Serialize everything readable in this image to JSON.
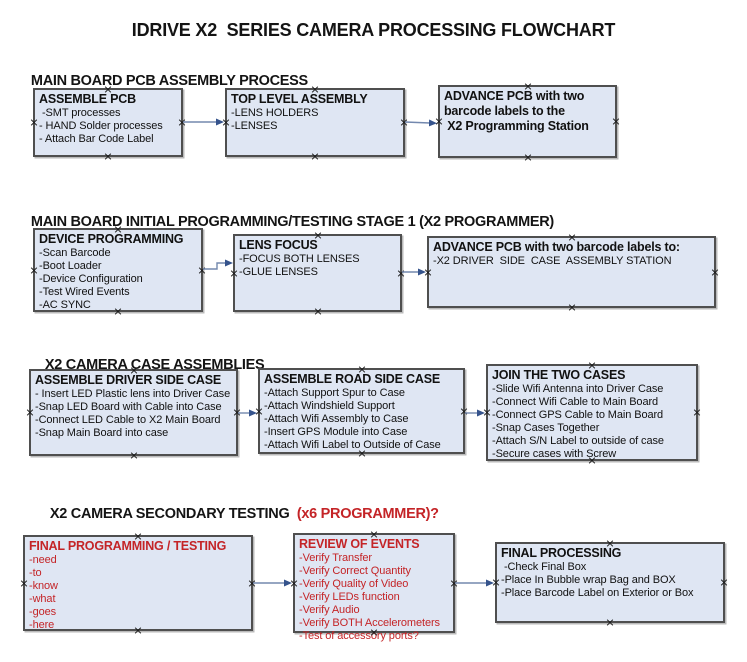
{
  "title": "IDRIVE X2  SERIES CAMERA PROCESSING FLOWCHART",
  "theme": {
    "background": "#ffffff",
    "box_fill": "#dfe6f3",
    "box_border": "#4f4f4f",
    "text_black": "#141414",
    "text_red": "#c42427",
    "connector_line": "#7388ae",
    "connector_arrowhead": "#35538c",
    "handle_icon": "connection-point-x"
  },
  "sections": [
    {
      "heading": {
        "text": "MAIN BOARD PCB ASSEMBLY PROCESS",
        "suffix": ""
      },
      "boxes": [
        {
          "title": "ASSEMBLE PCB",
          "items": [
            " -SMT processes",
            "- HAND Solder processes",
            "- Attach Bar Code Label"
          ]
        },
        {
          "title": "TOP LEVEL ASSEMBLY",
          "items": [
            "-LENS HOLDERS",
            "-LENSES"
          ]
        },
        {
          "title": "ADVANCE PCB with two\nbarcode labels to the\n X2 Programming Station",
          "items": []
        }
      ]
    },
    {
      "heading": {
        "text": "MAIN BOARD INITIAL PROGRAMMING/TESTING STAGE 1 (X2 PROGRAMMER)",
        "suffix": ""
      },
      "boxes": [
        {
          "title": "DEVICE PROGRAMMING",
          "items": [
            "-Scan Barcode",
            "-Boot Loader",
            "-Device Configuration",
            "-Test Wired Events",
            "-AC SYNC"
          ]
        },
        {
          "title": "LENS FOCUS",
          "items": [
            "-FOCUS BOTH LENSES",
            "-GLUE LENSES"
          ]
        },
        {
          "title": "ADVANCE PCB with two barcode labels to:",
          "items": [
            "-X2 DRIVER  SIDE  CASE  ASSEMBLY STATION"
          ]
        }
      ]
    },
    {
      "heading": {
        "text": "X2 CAMERA CASE ASSEMBLIES",
        "suffix": ""
      },
      "boxes": [
        {
          "title": "ASSEMBLE DRIVER SIDE CASE",
          "items": [
            "- Insert LED Plastic lens into Driver Case",
            "-Snap LED Board with Cable into Case",
            "-Connect LED Cable to X2 Main Board",
            "-Snap Main Board into case"
          ]
        },
        {
          "title": "ASSEMBLE ROAD SIDE CASE",
          "items": [
            "-Attach Support Spur to Case",
            "-Attach Windshield Support",
            "-Attach Wifi Assembly to Case",
            "-Insert GPS Module into Case",
            "-Attach Wifi Label to Outside of Case"
          ]
        },
        {
          "title": "JOIN THE TWO CASES",
          "items": [
            "-Slide Wifi Antenna into Driver Case",
            "-Connect Wifi Cable to Main Board",
            "-Connect GPS Cable to Main Board",
            "-Snap Cases Together",
            "-Attach S/N Label to outside of case",
            "-Secure cases with Screw"
          ]
        }
      ]
    },
    {
      "heading": {
        "text": "X2 CAMERA SECONDARY TESTING ",
        "suffix": " (x6 PROGRAMMER)?"
      },
      "boxes": [
        {
          "title": "FINAL PROGRAMMING / TESTING",
          "color": "red",
          "items": [
            "-need",
            "-to",
            "-know",
            "-what",
            "-goes",
            "-here"
          ]
        },
        {
          "title": "REVIEW OF EVENTS",
          "color": "red",
          "items": [
            "-Verify Transfer",
            "-Verify Correct Quantity",
            "-Verify Quality of Video",
            "-Verify LEDs function",
            "-Verify Audio",
            "-Verify BOTH Accelerometers",
            "-Test of accessory ports?"
          ]
        },
        {
          "title": "FINAL PROCESSING",
          "color": "black",
          "items": [
            " -Check Final Box",
            "-Place In Bubble wrap Bag and BOX",
            "-Place Barcode Label on Exterior or Box"
          ]
        }
      ]
    }
  ]
}
